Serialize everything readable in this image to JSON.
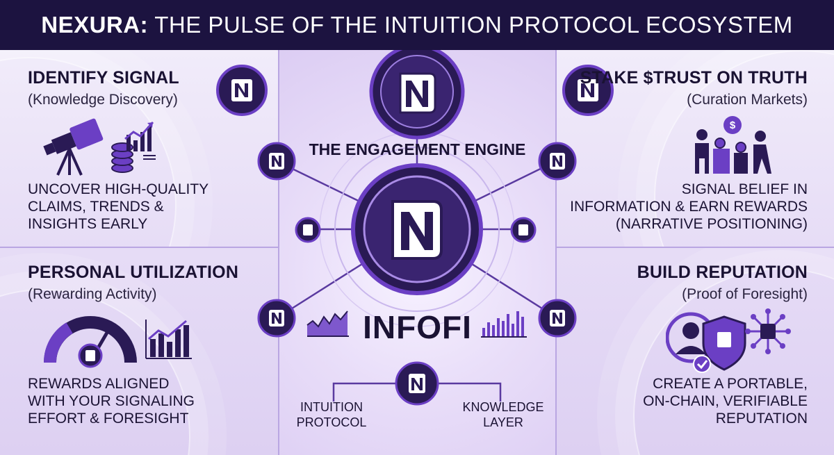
{
  "header": {
    "brand": "NEXURA:",
    "title_rest": "THE PULSE OF THE INTUITION PROTOCOL ECOSYSTEM"
  },
  "panels": {
    "identify_signal": {
      "title": "IDENTIFY SIGNAL",
      "subtitle": "(Knowledge Discovery)",
      "desc_lines": [
        "UNCOVER HIGH-QUALITY",
        "CLAIMS, TRENDS &",
        "INSIGHTS EARLY"
      ]
    },
    "personal_utilization": {
      "title": "PERSONAL UTILIZATION",
      "subtitle": "(Rewarding Activity)",
      "desc_lines": [
        "REWARDS ALIGNED",
        "WITH YOUR SIGNALING",
        "EFFORT & FORESIGHT"
      ]
    },
    "stake_trust": {
      "title": "STAKE $TRUST ON TRUTH",
      "subtitle": "(Curation Markets)",
      "desc_lines": [
        "SIGNAL BELIEF IN",
        "INFORMATION & EARN REWARDS",
        "(NARRATIVE POSITIONING)"
      ]
    },
    "build_reputation": {
      "title": "BUILD REPUTATION",
      "subtitle": "(Proof of Foresight)",
      "desc_lines": [
        "CREATE A PORTABLE,",
        "ON-CHAIN, VERIFIABLE",
        "REPUTATION"
      ]
    }
  },
  "center": {
    "engine_title": "THE ENGAGEMENT ENGINE",
    "infofi": "INFOFI",
    "left_label_lines": [
      "INTUITION",
      "PROTOCOL"
    ],
    "right_label_lines": [
      "KNOWLEDGE",
      "LAYER"
    ]
  },
  "icons": {
    "logo": "nexura-n-scroll-icon",
    "telescope": "telescope-icon",
    "coins": "coin-stack-icon",
    "bar_chart": "bar-chart-up-icon",
    "gauge": "gauge-icon",
    "stake": "people-staking-coins-icon",
    "reputation": "user-shield-check-icon",
    "network": "network-chip-icon",
    "area_chart": "area-chart-icon"
  },
  "colors": {
    "header_bg": "#1c1340",
    "accent": "#6b3fc4",
    "dark_purple": "#2a1a55",
    "text": "#1a1233"
  }
}
